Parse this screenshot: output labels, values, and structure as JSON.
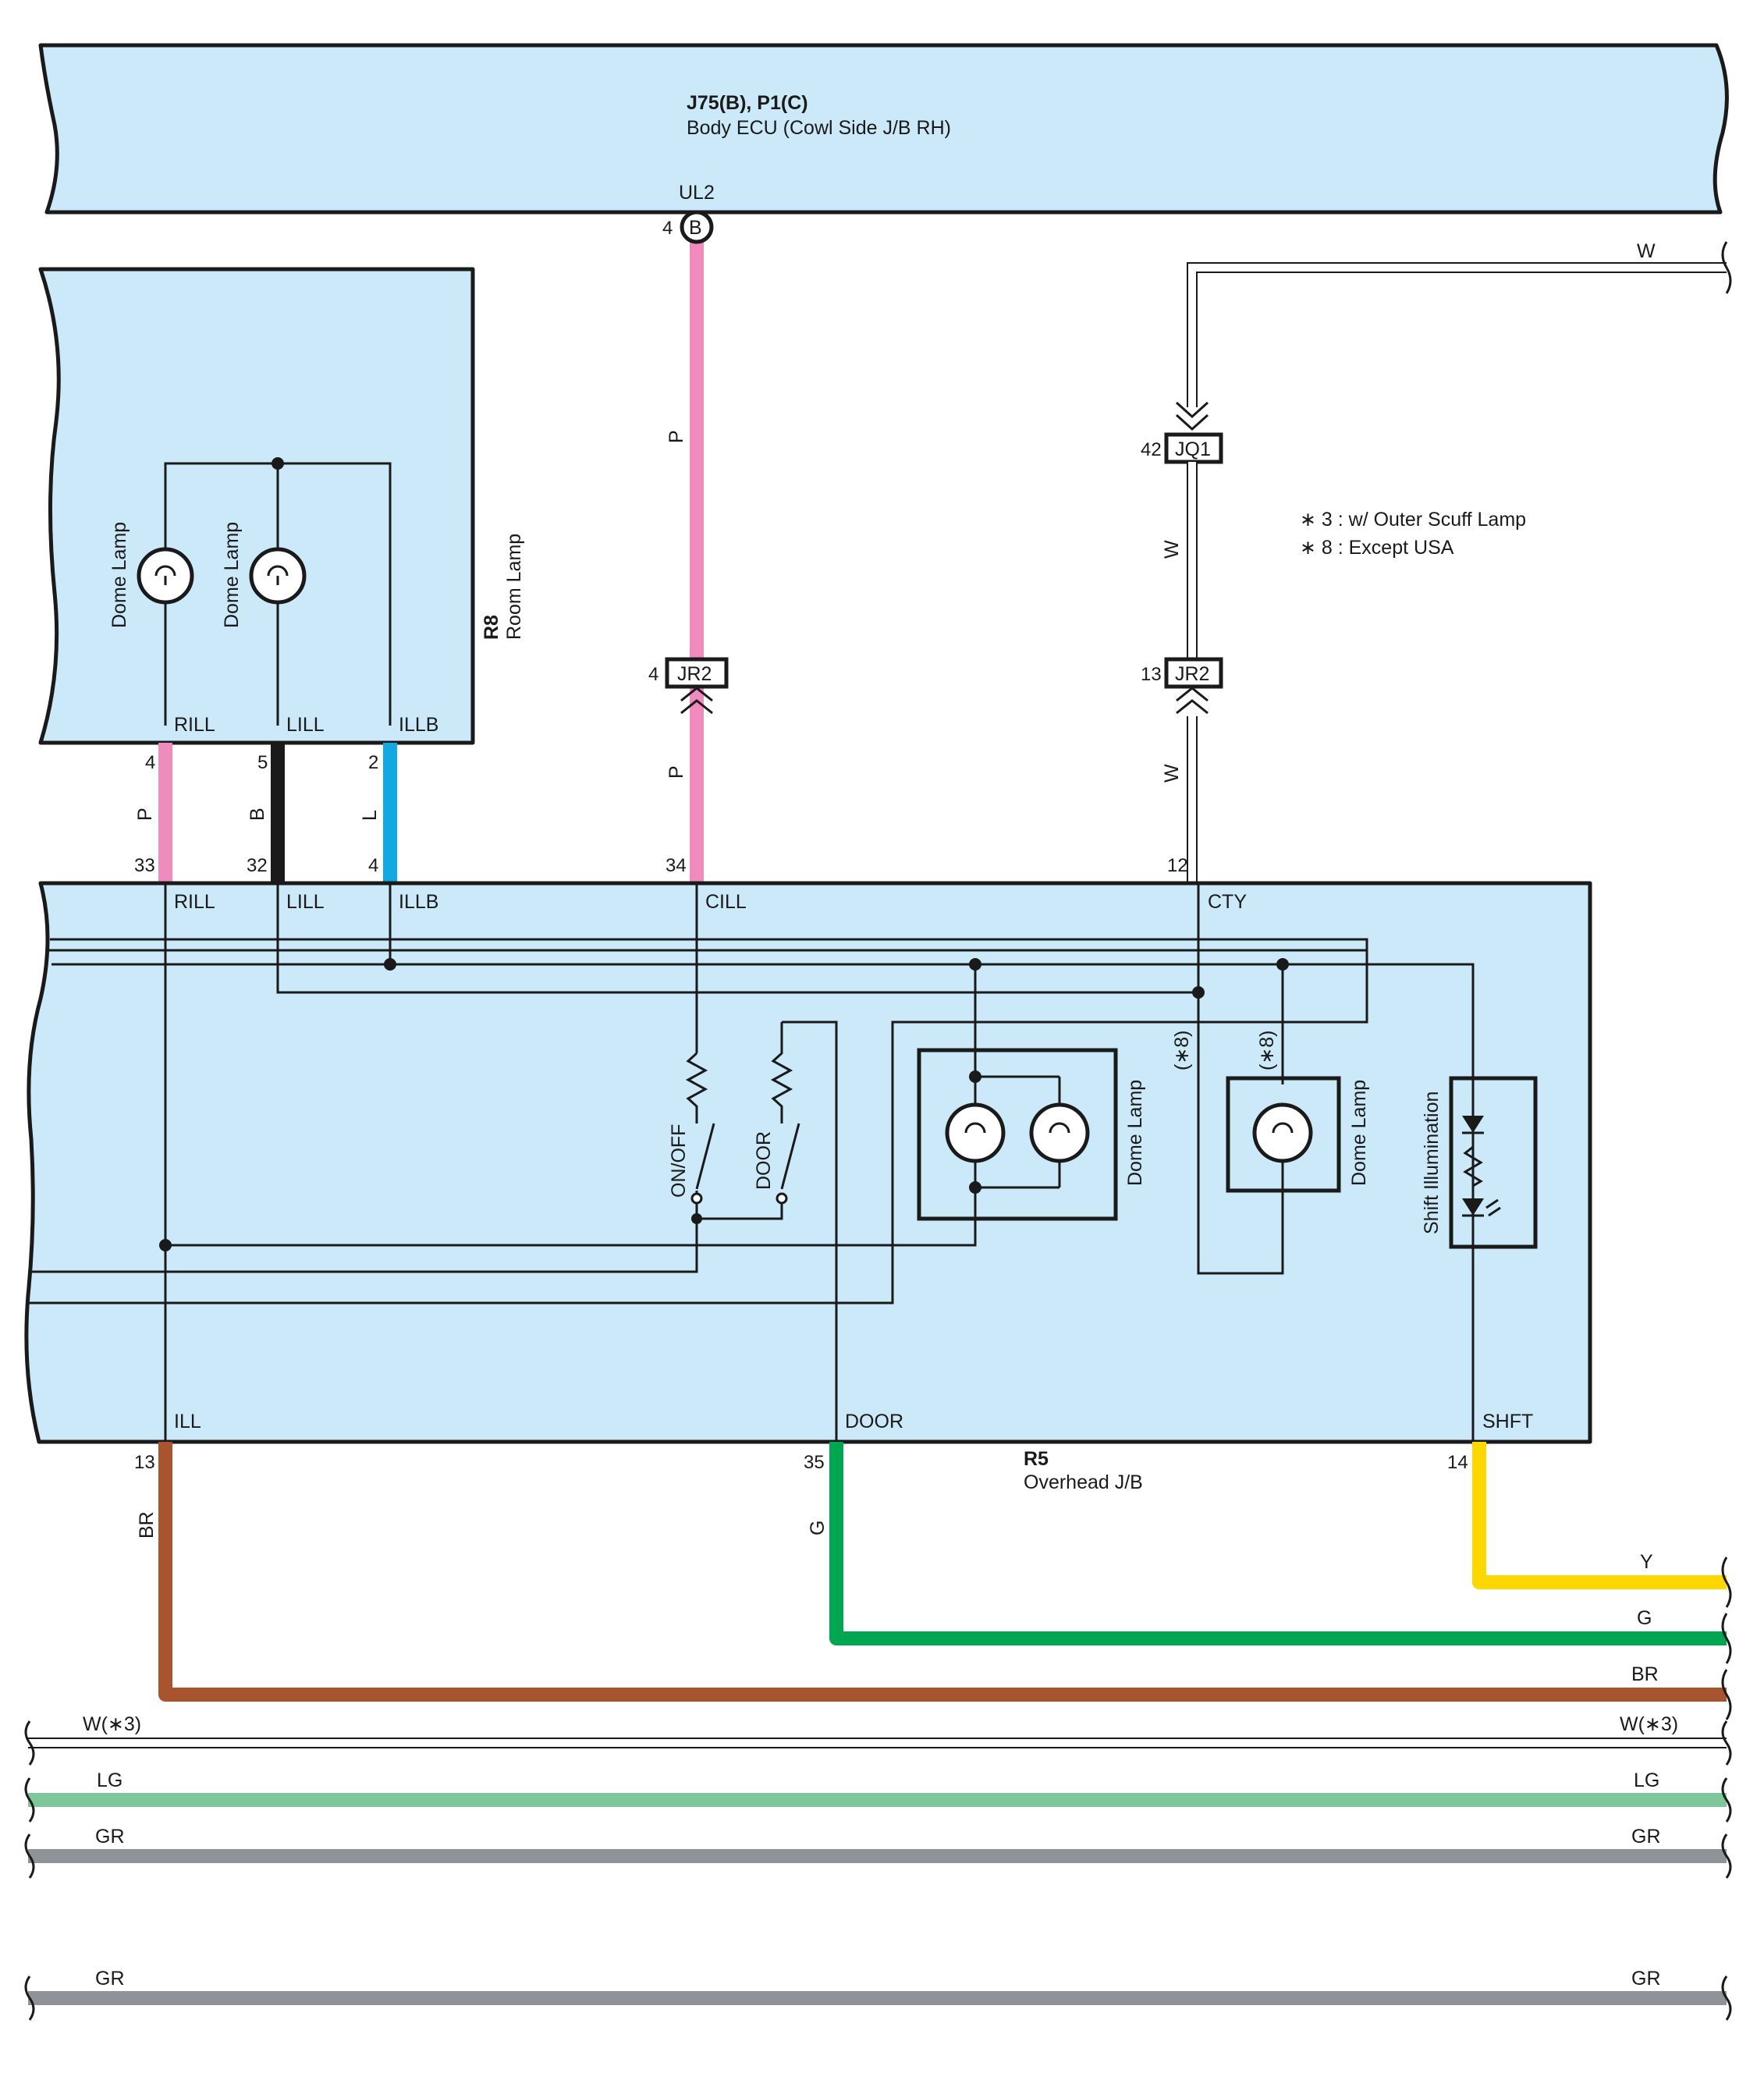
{
  "colors": {
    "box_fill": "#cbe9f8",
    "pink": "#f08bbd",
    "black": "#1a1a1a",
    "blue": "#12a8e2",
    "brown": "#a8552f",
    "green": "#00a650",
    "yellow": "#ffd700",
    "light_green": "#7fc79a",
    "gray": "#8f9296",
    "white_wire": "#ffffff"
  },
  "ecu": {
    "title": "J75(B), P1(C)",
    "subtitle": "Body ECU (Cowl Side J/B RH)",
    "terminal": "UL2",
    "pin": "4",
    "connector": "B"
  },
  "room_lamp": {
    "code": "R8",
    "name": "Room Lamp",
    "lamp_labels": [
      "Dome Lamp",
      "Dome Lamp"
    ],
    "terminals": [
      "RILL",
      "LILL",
      "ILLB"
    ],
    "pins": [
      "4",
      "5",
      "2"
    ]
  },
  "overhead_jb": {
    "code": "R5",
    "name": "Overhead J/B",
    "top_terminals": [
      "RILL",
      "LILL",
      "ILLB",
      "CILL",
      "CTY"
    ],
    "top_pins": [
      "33",
      "32",
      "4",
      "34",
      "12"
    ],
    "bottom_terminals": [
      "ILL",
      "DOOR",
      "SHFT"
    ],
    "bottom_pins": [
      "13",
      "35",
      "14"
    ],
    "switches": [
      "ON/OFF",
      "DOOR"
    ],
    "dome_lamp": "Dome Lamp",
    "dome_lamp_2": "Dome Lamp",
    "shift_illumination": "Shift Illumination",
    "note_tag": "(∗8)"
  },
  "junctions": {
    "jq1": {
      "label": "JQ1",
      "pin": "42"
    },
    "jr2_left": {
      "label": "JR2",
      "pin": "4"
    },
    "jr2_right": {
      "label": "JR2",
      "pin": "13"
    }
  },
  "notes": [
    "∗ 3 : w/ Outer Scuff Lamp",
    "∗ 8 : Except USA"
  ],
  "wire_colors": {
    "ecu_p_upper": "P",
    "ecu_p_lower": "P",
    "jq1_w": "W",
    "jr2_w": "W",
    "top_right_w": "W",
    "rill": "P",
    "lill": "B",
    "illb": "L",
    "ill": "BR",
    "door": "G",
    "shft": "Y"
  },
  "right_labels": {
    "y": "Y",
    "g": "G",
    "br": "BR"
  },
  "through_wires": [
    {
      "left": "W(∗3)",
      "right": "W(∗3)"
    },
    {
      "left": "LG",
      "right": "LG"
    },
    {
      "left": "GR",
      "right": "GR"
    },
    {
      "left": "GR",
      "right": "GR"
    }
  ]
}
